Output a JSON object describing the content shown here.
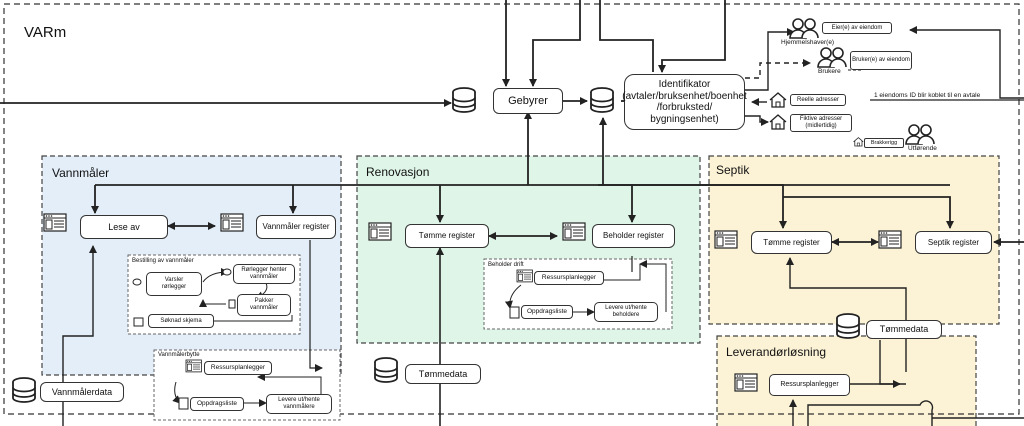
{
  "diagram": {
    "title": "VARm",
    "colors": {
      "vannmaler_bg": "#e3eef9",
      "renovasjon_bg": "#dff5e8",
      "septik_bg": "#fcf3d6",
      "leverandor_bg": "#fcf3d6"
    },
    "center": {
      "gebyrer": "Gebyrer",
      "identifikator": [
        "Identifikator",
        "(avtaler/bruksenhet/boenhet",
        "/forbruksted/",
        "bygningsenhet)"
      ]
    },
    "actors": {
      "eier": "Eier(e) av eiendom",
      "hjemmelshaver": "Hjemmelshaver(e)",
      "bruker": "Bruker(e) av eiendom",
      "brukere": "Brukere",
      "utforende": "Utførende"
    },
    "addresses": {
      "reelle": "Reelle adresser",
      "fiktive": [
        "Fiktive adresser",
        "(midlertidig)"
      ],
      "brakkerigg": "Brakkerigg",
      "note": "1 eiendoms ID blir koblet til en avtale"
    },
    "vannmaler": {
      "title": "Vannmåler",
      "lese_av": "Lese av",
      "register": "Vannmåler register",
      "bestilling": {
        "title": "Bestilling av vannmåler",
        "varsler": [
          "Varsler",
          "rørlegger"
        ],
        "rorlegger": [
          "Rørlegger henter",
          "vannmåler"
        ],
        "pakker": [
          "Pakker",
          "vannmåler"
        ],
        "soknad": "Søknad skjema"
      },
      "bytte": {
        "title": "Vannmålerbytte",
        "ressurs": "Ressursplanlegger",
        "oppdrag": "Oppdragsliste",
        "levere": [
          "Levere ut/hente",
          "vannmålere"
        ]
      },
      "data": "Vannmålerdata"
    },
    "renovasjon": {
      "title": "Renovasjon",
      "tomme_register": "Tømme register",
      "beholder_register": "Beholder register",
      "drift": {
        "title": "Beholder drift",
        "ressurs": "Ressursplanlegger",
        "oppdrag": "Oppdragsliste",
        "levere": [
          "Levere ut/hente",
          "beholdere"
        ]
      },
      "tommedata": "Tømmedata"
    },
    "septik": {
      "title": "Septik",
      "tomme_register": "Tømme register",
      "septik_register": "Septik register",
      "tommedata": "Tømmedata"
    },
    "leverandor": {
      "title": "Leverandørløsning",
      "ressurs": "Ressursplanlegger"
    }
  }
}
